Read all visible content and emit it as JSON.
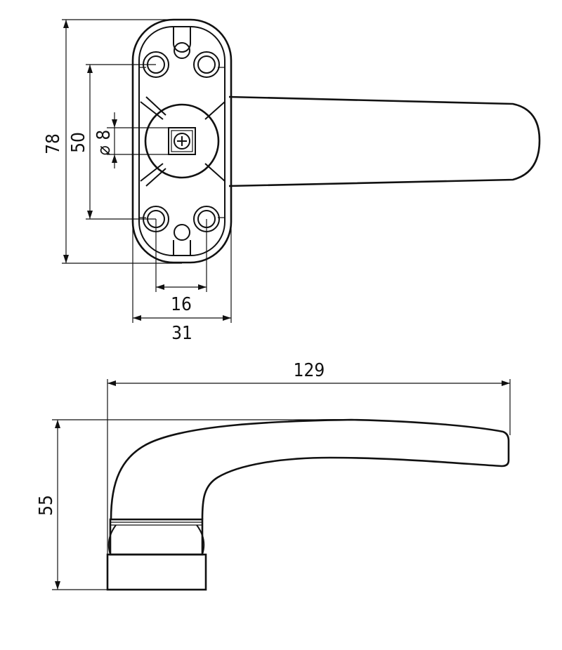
{
  "drawing": {
    "top_view": {
      "dim_height_total": "78",
      "dim_hole_spacing_vertical": "50",
      "dim_spindle": "⌀ 8",
      "dim_hole_spacing_horizontal": "16",
      "dim_width": "31"
    },
    "side_view": {
      "dim_length": "129",
      "dim_height": "55"
    },
    "colors": {
      "line": "#111111",
      "background": "#ffffff"
    }
  }
}
